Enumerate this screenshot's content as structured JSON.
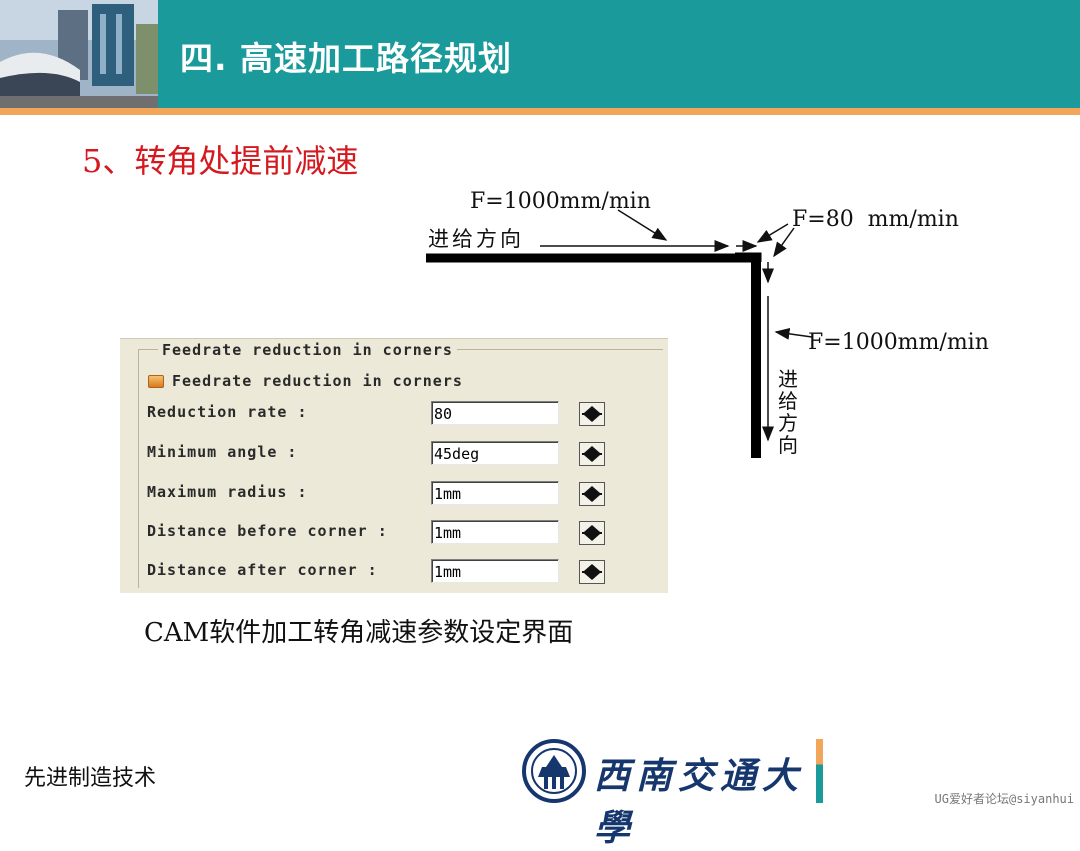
{
  "header": {
    "title": "四. 高速加工路径规划",
    "photo_icon": "campus-train-photo-icon"
  },
  "section": {
    "title": "5、转角处提前减速"
  },
  "diagram": {
    "feed_top_label": "F=1000mm/min",
    "feed_corner_label": "F=80  mm/min",
    "feed_right_label": "F=1000mm/min",
    "direction_horizontal": "进给方向",
    "direction_vertical": [
      "进",
      "给",
      "方",
      "向"
    ]
  },
  "panel": {
    "group_title": "Feedrate reduction in corners",
    "checkbox_label": "Feedrate reduction in corners",
    "params": [
      {
        "label": "Reduction rate :",
        "value": "80"
      },
      {
        "label": "Minimum angle :",
        "value": "45deg"
      },
      {
        "label": "Maximum radius :",
        "value": "1mm"
      },
      {
        "label": "Distance before corner :",
        "value": "1mm"
      },
      {
        "label": "Distance after corner :",
        "value": "1mm"
      }
    ]
  },
  "caption": "CAM软件加工转角减速参数设定界面",
  "footer": {
    "left_text": "先进制造技术",
    "university_name": "西南交通大學",
    "watermark": "UG爱好者论坛@siyanhui"
  },
  "colors": {
    "header_bg": "#1a9a9b",
    "header_rule": "#f2a65a",
    "section_title": "#d4191f",
    "panel_bg": "#ece9d8",
    "logo_blue": "#16376e"
  }
}
